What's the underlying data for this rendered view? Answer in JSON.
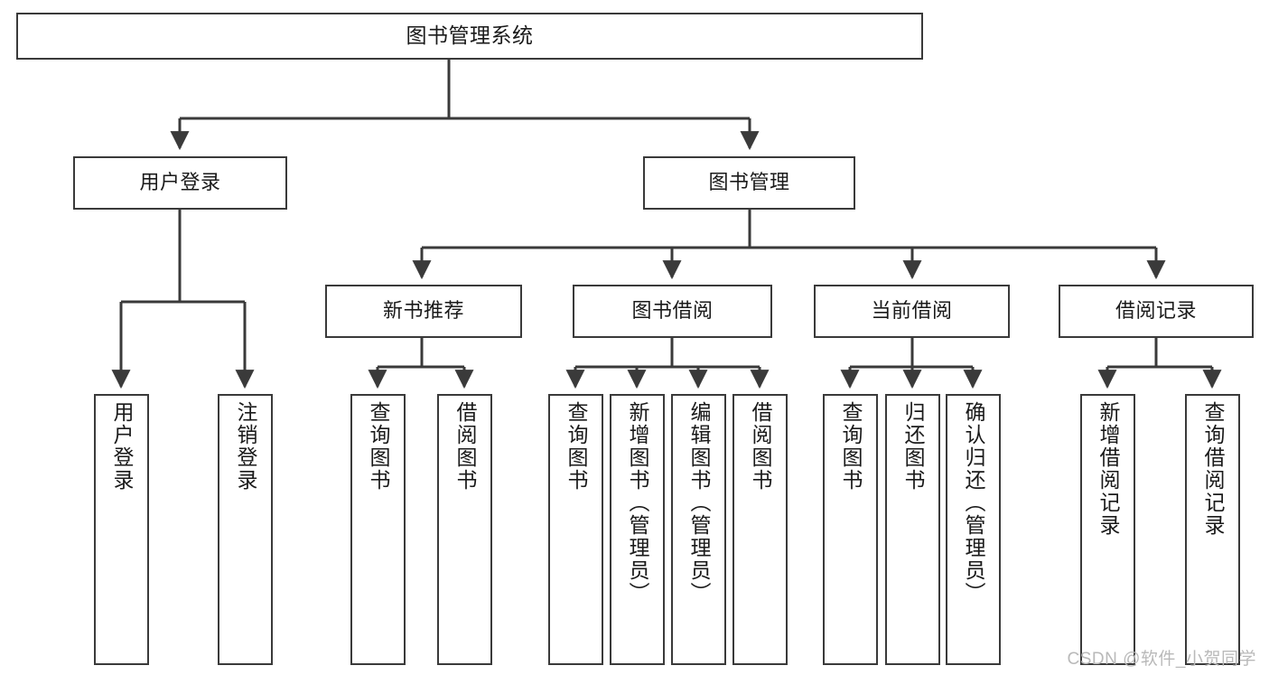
{
  "diagram": {
    "title": "图书管理系统",
    "type": "tree",
    "colors": {
      "background": "#ffffff",
      "box_border": "#3a3a3a",
      "edge": "#3a3a3a",
      "text": "#1a1a1a",
      "watermark": "#b9b9b9"
    },
    "levels": {
      "root": [
        "图书管理系统"
      ],
      "level2": [
        "用户登录",
        "图书管理"
      ],
      "level3": [
        "新书推荐",
        "图书借阅",
        "当前借阅",
        "借阅记录"
      ],
      "leaves": [
        "用户登录",
        "注销登录",
        "查询图书",
        "借阅图书",
        "查询图书",
        "新增图书（管理员）",
        "编辑图书（管理员）",
        "借阅图书",
        "查询图书",
        "归还图书",
        "确认归还（管理员）",
        "新增借阅记录",
        "查询借阅记录"
      ]
    },
    "nodes": {
      "root": "图书管理系统",
      "user_login": "用户登录",
      "book_manage": "图书管理",
      "new_book_rec": "新书推荐",
      "book_borrow": "图书借阅",
      "current_borrow": "当前借阅",
      "borrow_record": "借阅记录",
      "leaf_user_login": "用户登录",
      "leaf_user_logout": "注销登录",
      "leaf_query_book_1": "查询图书",
      "leaf_borrow_book_1": "借阅图书",
      "leaf_query_book_2": "查询图书",
      "leaf_add_book": "新增图书（管理员）",
      "leaf_edit_book": "编辑图书（管理员）",
      "leaf_borrow_book_2": "借阅图书",
      "leaf_query_book_3": "查询图书",
      "leaf_return_book": "归还图书",
      "leaf_confirm_return": "确认归还（管理员）",
      "leaf_add_record": "新增借阅记录",
      "leaf_query_record": "查询借阅记录"
    },
    "watermark": "CSDN @软件_小贺同学"
  }
}
